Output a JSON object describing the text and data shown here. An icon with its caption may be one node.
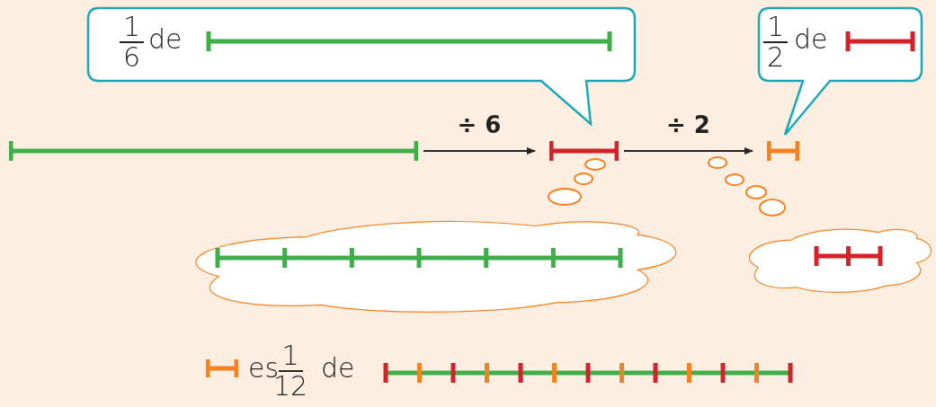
{
  "diagram": {
    "nodes": [
      {
        "text": [
          "1",
          "6",
          "de"
        ]
      },
      {
        "text": [
          "1",
          "2",
          "de"
        ]
      },
      {
        "text": [],
        "shape": "bar"
      },
      {
        "text": [],
        "shape": "bar"
      },
      {
        "text": [],
        "shape": "bar"
      },
      {
        "text": [],
        "shape": "cloud"
      },
      {
        "text": [],
        "shape": "cloud"
      }
    ],
    "edges": [
      {
        "from": 2,
        "to": 3,
        "arrow": "to",
        "label": "÷ 6"
      },
      {
        "from": 3,
        "to": 4,
        "arrow": "to",
        "label": "÷ 2"
      }
    ],
    "labels": [
      "es",
      "1",
      "12",
      "de"
    ]
  }
}
